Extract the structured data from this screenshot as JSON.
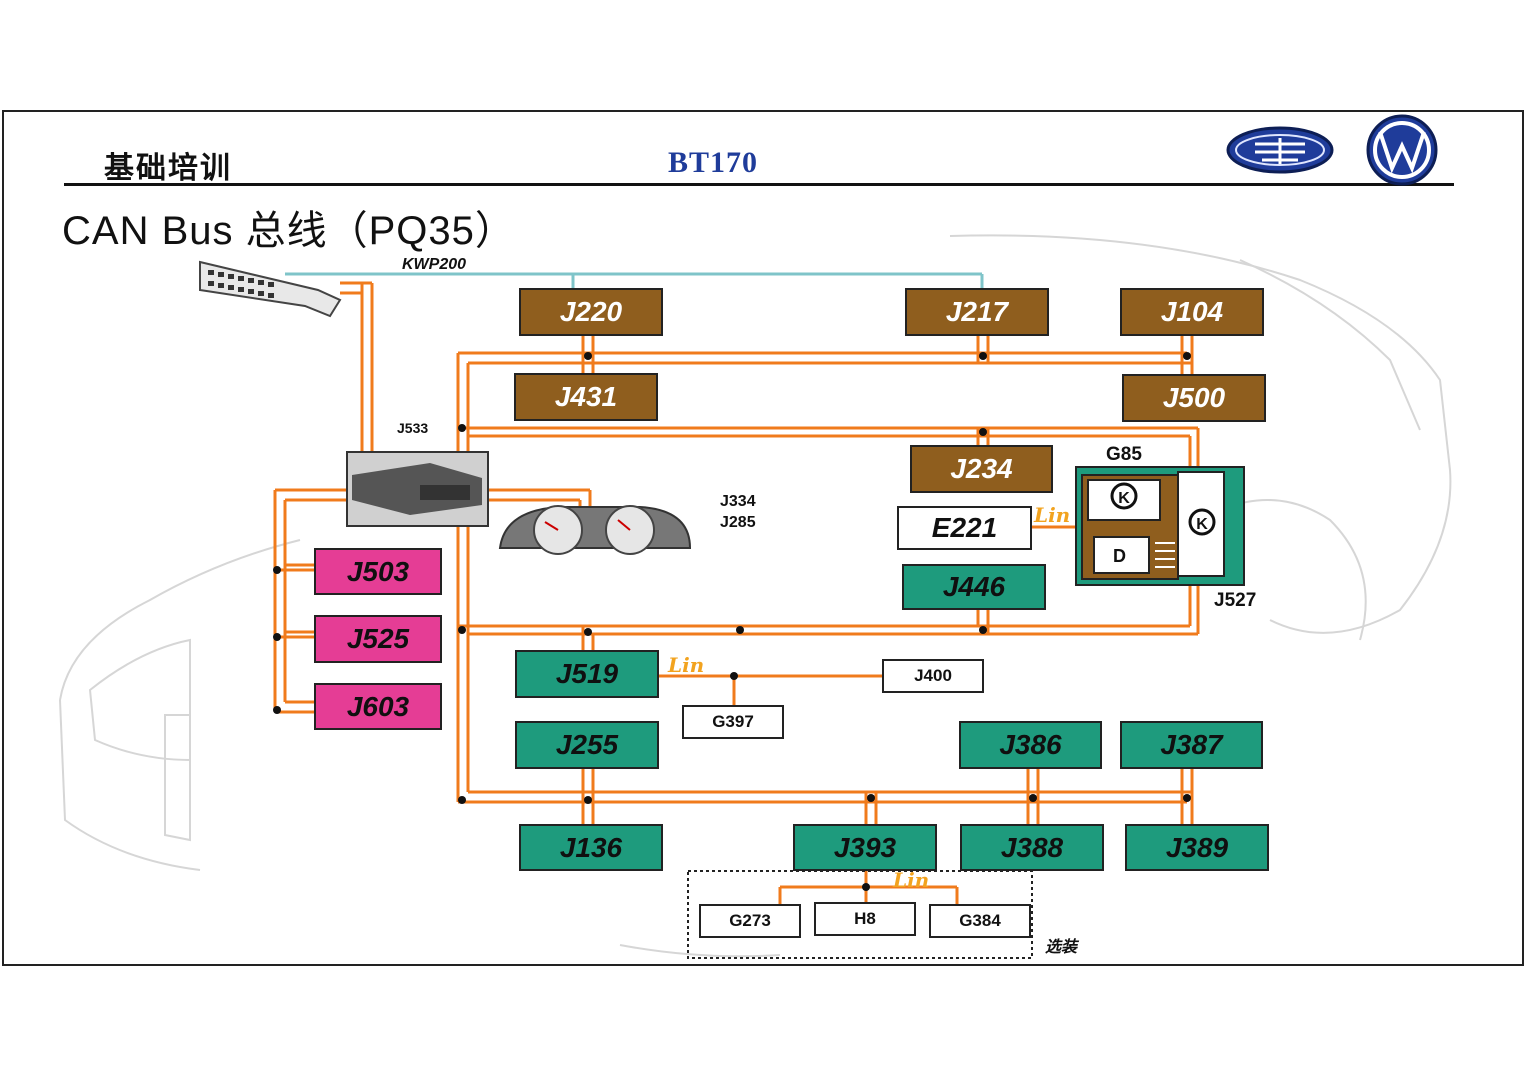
{
  "header": {
    "left_title": "基础培训",
    "center_title": "BT170",
    "logos": [
      "faw-logo",
      "vw-logo"
    ]
  },
  "slide_title": "CAN Bus 总线（PQ35）",
  "labels": {
    "kwp": "KWP200",
    "gateway": "J533",
    "dash1": "J334",
    "dash2": "J285",
    "g85": "G85",
    "j527": "J527",
    "d": "D",
    "optional": "选装",
    "lin": "Lin"
  },
  "ecus": {
    "j220": "J220",
    "j217": "J217",
    "j104": "J104",
    "j431": "J431",
    "j500": "J500",
    "j234": "J234",
    "e221": "E221",
    "j446": "J446",
    "j503": "J503",
    "j525": "J525",
    "j603": "J603",
    "j519": "J519",
    "j255": "J255",
    "j136": "J136",
    "j386": "J386",
    "j387": "J387",
    "j393": "J393",
    "j388": "J388",
    "j389": "J389"
  },
  "sensors": {
    "j400": "J400",
    "g397": "G397",
    "g273": "G273",
    "h8": "H8",
    "g384": "G384"
  },
  "colors": {
    "bus": "#f07b1c",
    "brown": "#8f5e1e",
    "green": "#1e9b7d",
    "pink": "#e53d95",
    "diag_line": "#7fc4c9",
    "header_blue": "#1f3c9a"
  }
}
